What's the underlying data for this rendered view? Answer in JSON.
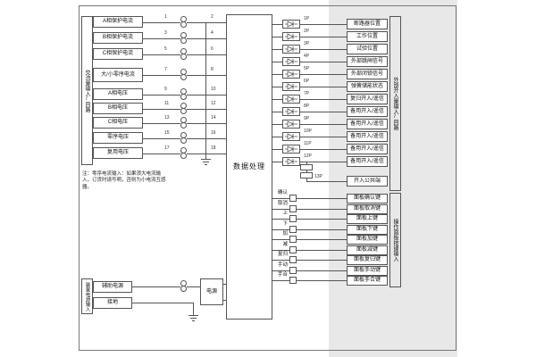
{
  "diagram": {
    "processor_label": "数据处理",
    "note": "注：零序电流输入：如果须大电流输入，订货时请写明，否则为小电流互感器。",
    "ac_inputs": {
      "group_label": "交流量输入/回路",
      "rows": [
        {
          "label": "A相保护电流",
          "t1": "1",
          "t2": "2"
        },
        {
          "label": "B相保护电流",
          "t1": "3",
          "t2": "4"
        },
        {
          "label": "C相保护电流",
          "t1": "5",
          "t2": "6"
        },
        {
          "label": "大/小零序电流",
          "t1": "7",
          "t2": "8"
        },
        {
          "label": "A相电压",
          "t1": "9",
          "t2": "10"
        },
        {
          "label": "B相电压",
          "t1": "11",
          "t2": "12"
        },
        {
          "label": "C相电压",
          "t1": "13",
          "t2": "14"
        },
        {
          "label": "零序电压",
          "t1": "15",
          "t2": "16"
        },
        {
          "label": "复用电压",
          "t1": "17",
          "t2": "18"
        }
      ]
    },
    "power": {
      "group_label": "装置电源输入",
      "rows": [
        "辅助电源",
        "接地"
      ],
      "supply_label": "电源"
    },
    "digital_inputs": {
      "group_label": "外部开入量输入/回路",
      "rows": [
        {
          "label": "断路器位置",
          "terminal": "1P"
        },
        {
          "label": "工作位置",
          "terminal": "2P"
        },
        {
          "label": "试验位置",
          "terminal": "3P"
        },
        {
          "label": "外部跳闸信号",
          "terminal": "4P"
        },
        {
          "label": "外部闭锁信号",
          "terminal": "5P"
        },
        {
          "label": "弹簧储能状态",
          "terminal": "6P"
        },
        {
          "label": "复归开入/遥信",
          "terminal": "7P"
        },
        {
          "label": "备用开入/遥信",
          "terminal": "8P"
        },
        {
          "label": "备用开入/遥信",
          "terminal": "9P"
        },
        {
          "label": "备用开入/遥信",
          "terminal": "10P"
        },
        {
          "label": "备用开入/遥信",
          "terminal": "11P"
        },
        {
          "label": "备用开入/遥信",
          "terminal": "12P"
        }
      ],
      "common": {
        "label": "开入公共端",
        "terminal": "13P"
      }
    },
    "panel_keys": {
      "group_label": "操作面板按键输入",
      "rows": [
        {
          "key": "确认",
          "label": "面板确认键"
        },
        {
          "key": "取消",
          "label": "面板取消键"
        },
        {
          "key": "上",
          "label": "面板上键"
        },
        {
          "key": "下",
          "label": "面板下键"
        },
        {
          "key": "加",
          "label": "面板加键"
        },
        {
          "key": "减",
          "label": "面板减键"
        },
        {
          "key": "复归",
          "label": "面板复归键"
        },
        {
          "key": "手动",
          "label": "面板手动键"
        },
        {
          "key": "手合",
          "label": "面板手合键"
        }
      ]
    }
  }
}
